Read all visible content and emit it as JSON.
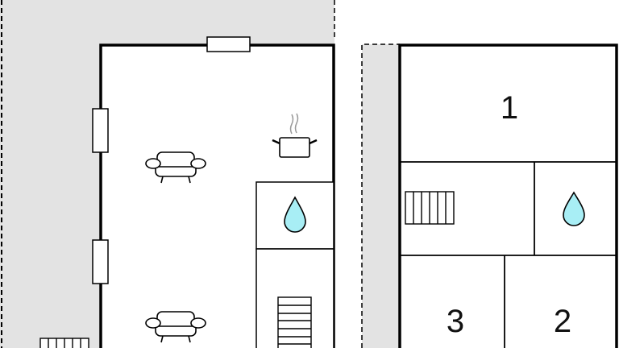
{
  "diagram": {
    "type": "floor-plan",
    "rooms": [
      {
        "id": "room-1",
        "label": "1"
      },
      {
        "id": "room-2",
        "label": "2"
      },
      {
        "id": "room-3",
        "label": "3"
      }
    ],
    "icons": [
      "sofa-icon",
      "sofa-icon",
      "cooking-pot-icon",
      "water-drop-icon",
      "water-drop-icon",
      "stairs-icon",
      "stairs-icon",
      "stairs-icon",
      "window-icon"
    ],
    "colors": {
      "outdoor": "#e3e3e3",
      "wall": "#000000",
      "water": "#a8eef5"
    }
  }
}
